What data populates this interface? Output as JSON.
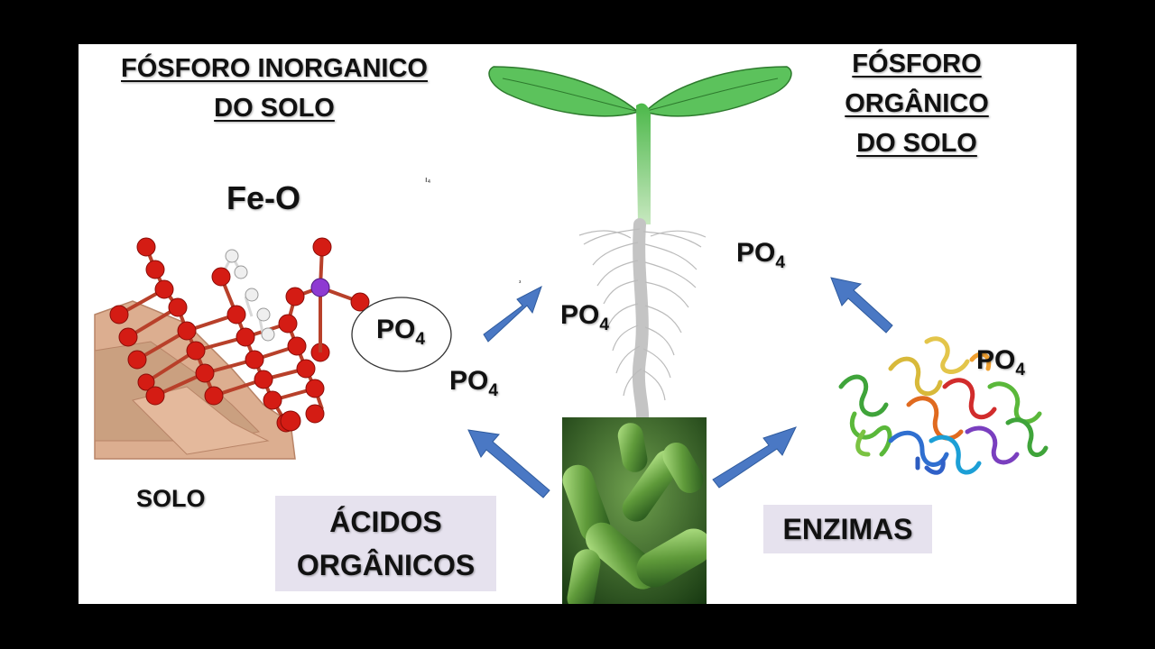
{
  "titles": {
    "inorganic_line1": "FÓSFORO INORGANICO",
    "inorganic_line2": "DO SOLO",
    "organic_line1": "FÓSFORO",
    "organic_line2": "ORGÂNICO",
    "organic_line3": "DO SOLO"
  },
  "labels": {
    "fe_o": "Fe-O",
    "solo": "SOLO",
    "po4_base": "PO",
    "po4_sub": "4",
    "acidos_line1": "ÁCIDOS",
    "acidos_line2": "ORGÂNICOS",
    "enzimas": "ENZIMAS"
  },
  "colors": {
    "arrow": "#4a78c4",
    "leaf": "#5cc25c",
    "oxygen": "#d41c14",
    "phosphorus": "#8e3ad2",
    "hydrogen": "#ececec",
    "soil": "#d9a98a",
    "bacteria_bg": "#1e4a16"
  }
}
